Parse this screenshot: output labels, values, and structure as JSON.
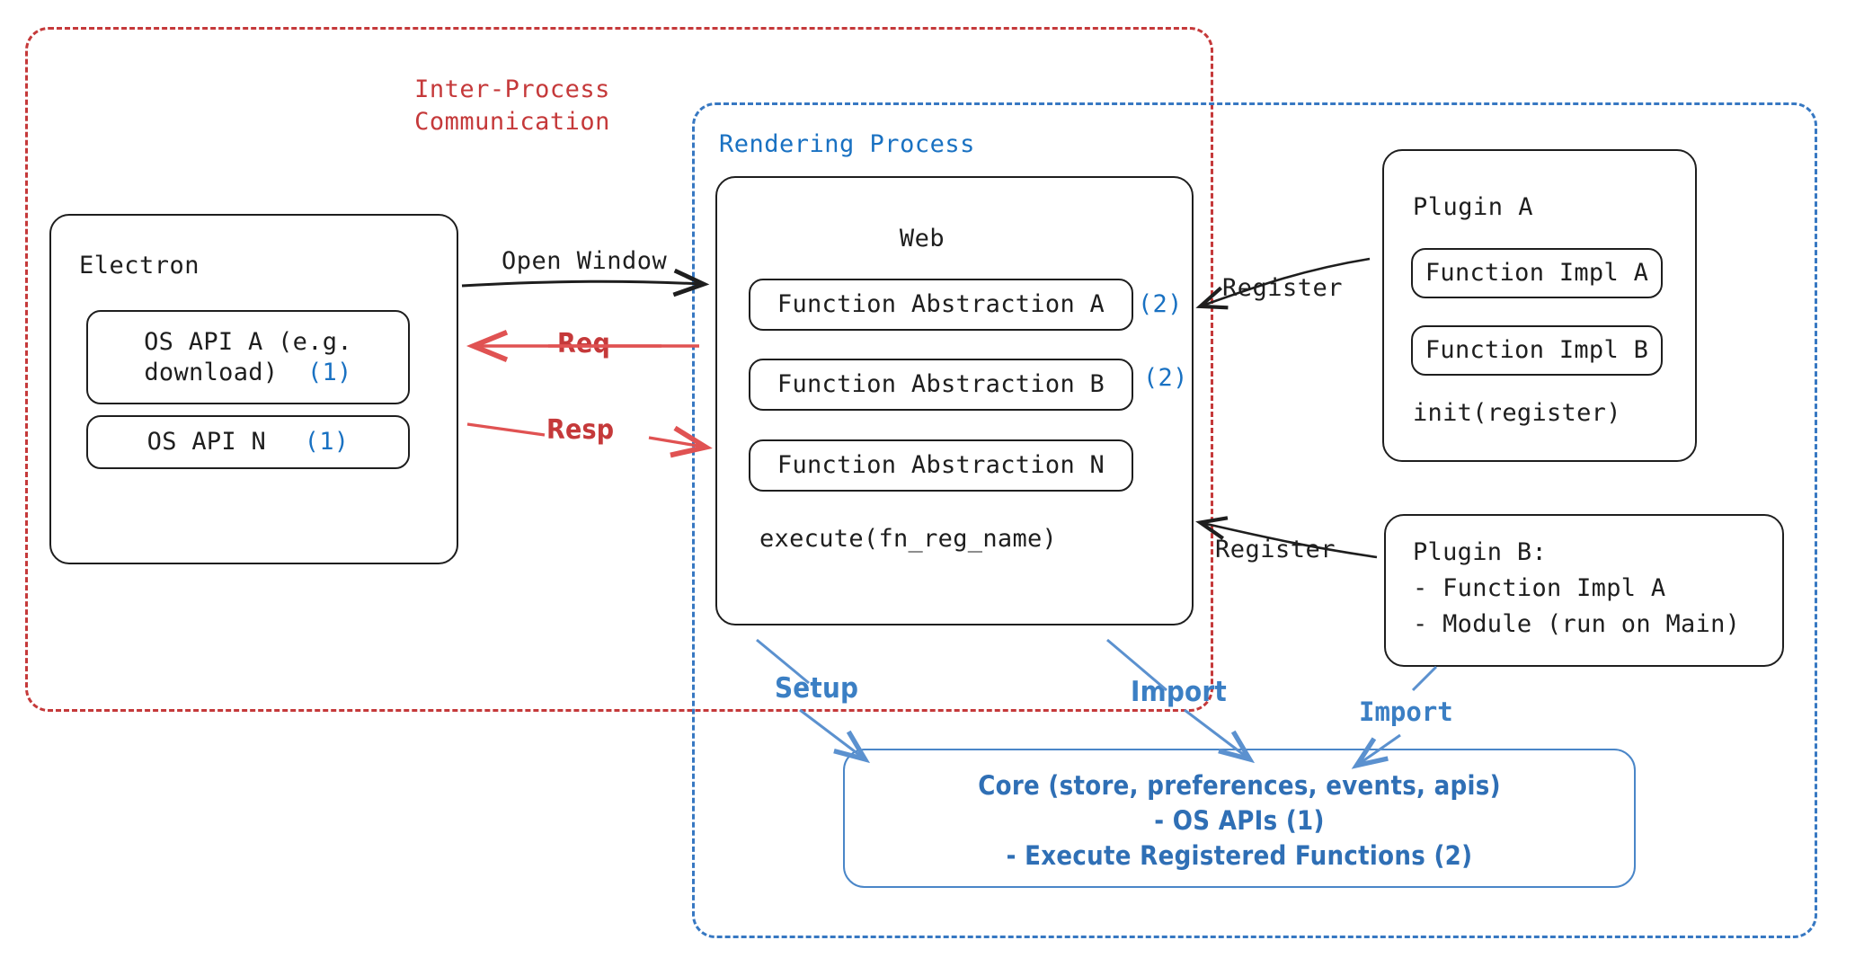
{
  "diagram": {
    "title": "Electron plugin architecture diagram",
    "colors": {
      "ipc_red": "#c5393a",
      "render_blue": "#3778c2",
      "marker_blue": "#1971c2",
      "core_blue": "#2f6fb5",
      "stroke_black": "#1e1e1e"
    }
  },
  "groups": {
    "ipc": {
      "label": "Inter-Process\nCommunication",
      "label_line1": "Inter-Process",
      "label_line2": "Communication"
    },
    "rendering": {
      "label": "Rendering Process"
    }
  },
  "electron": {
    "title": "Electron",
    "items": [
      {
        "text": "OS API A (e.g.\ndownload)",
        "line1": "OS API A (e.g.",
        "line2": "download)",
        "marker": "(1)"
      },
      {
        "text": "OS API N",
        "line1": "OS API N",
        "line2": "",
        "marker": "(1)"
      }
    ]
  },
  "web": {
    "title": "Web",
    "items": [
      {
        "text": "Function Abstraction A",
        "marker": "(2)"
      },
      {
        "text": "Function Abstraction B",
        "marker": "(2)"
      },
      {
        "text": "Function Abstraction N",
        "marker": ""
      }
    ],
    "footer": "execute(fn_reg_name)"
  },
  "plugin_a": {
    "title": "Plugin A",
    "items": [
      {
        "text": "Function Impl A"
      },
      {
        "text": "Function Impl B"
      }
    ],
    "footer": "init(register)"
  },
  "plugin_b": {
    "title": "Plugin B:",
    "lines": [
      "- Function Impl A",
      "- Module (run on Main)"
    ]
  },
  "core": {
    "line1": "Core (store, preferences, events, apis)",
    "line2": "- OS APIs (1)",
    "line3": "- Execute Registered Functions (2)"
  },
  "edges": {
    "open_window": "Open Window",
    "req": "Req",
    "resp": "Resp",
    "register_top": "Register",
    "register_bottom": "Register",
    "setup": "Setup",
    "import_web": "Import",
    "import_plugin": "Import"
  }
}
